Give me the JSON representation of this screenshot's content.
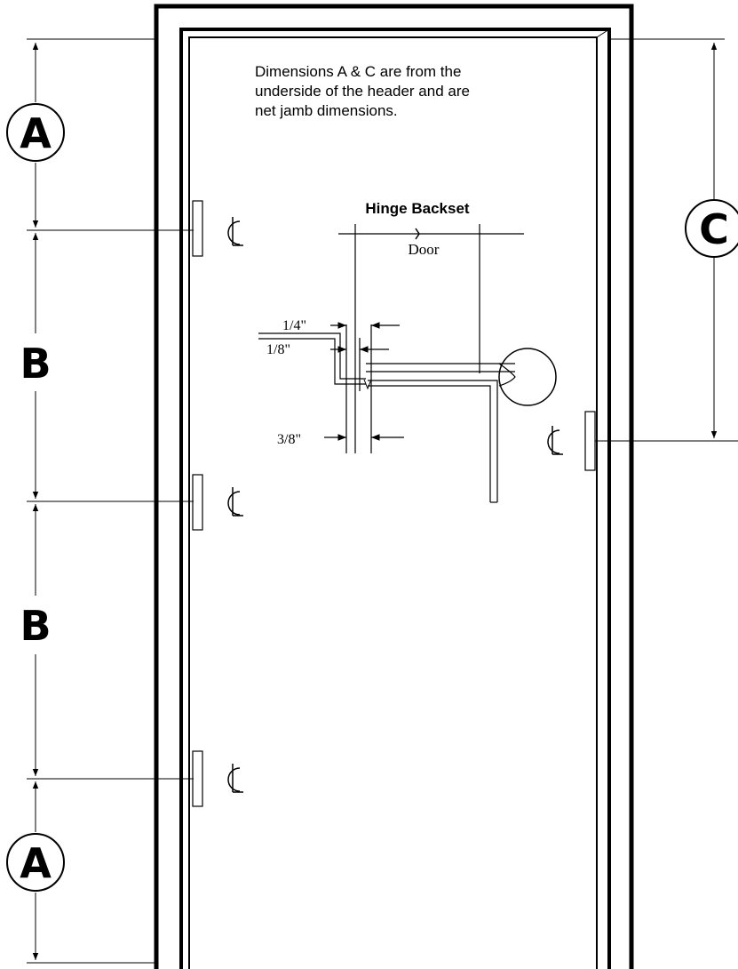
{
  "note": {
    "line1": "Dimensions A & C are from the",
    "line2": "underside of the header and are",
    "line3": "net jamb dimensions."
  },
  "detail": {
    "title": "Hinge Backset",
    "door_label": "Door",
    "dim_quarter": "1/4\"",
    "dim_eighth": "1/8\"",
    "dim_three_eighths": "3/8\""
  },
  "labels": {
    "a_top": "A",
    "a_bottom": "A",
    "b_upper": "B",
    "b_lower": "B",
    "c": "C"
  },
  "centerline_symbol": "CL"
}
